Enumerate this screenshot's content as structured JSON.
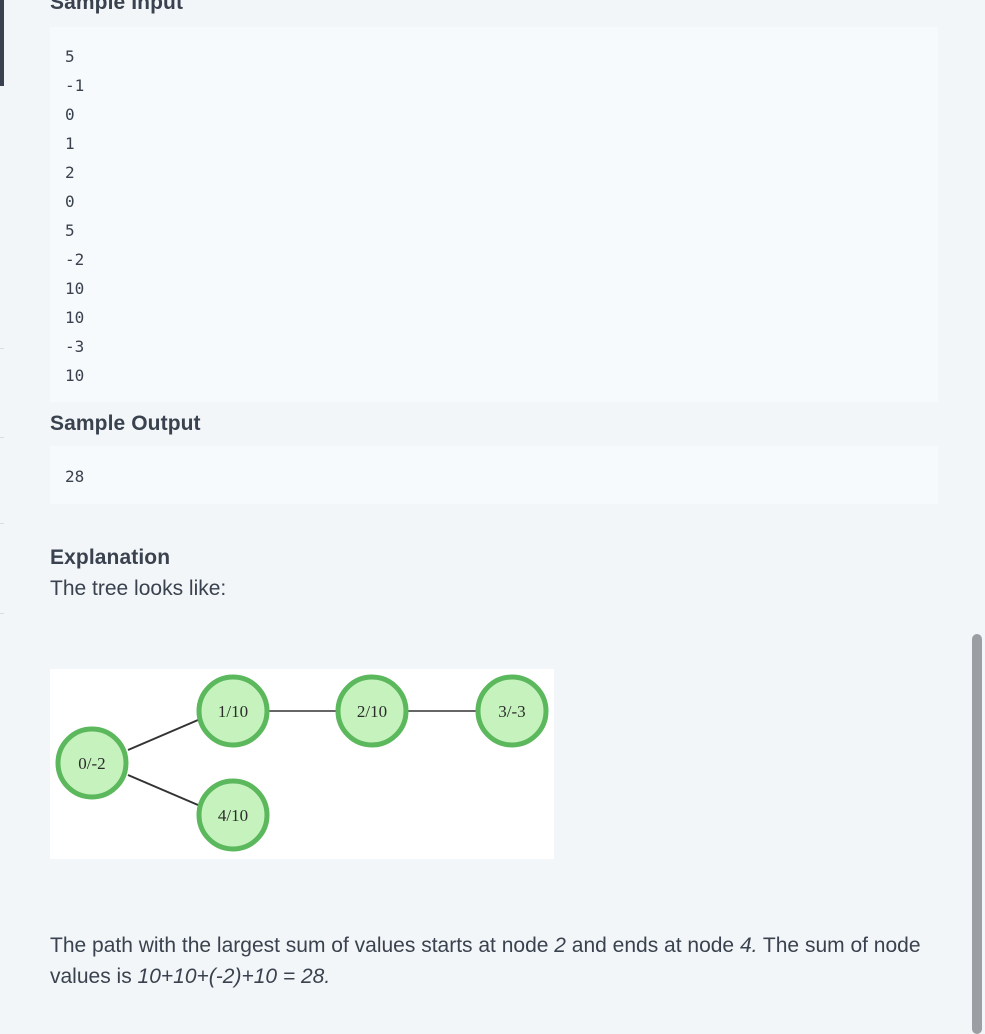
{
  "sample_input": {
    "heading": "Sample Input",
    "lines": [
      "5",
      "-1",
      "0",
      "1",
      "2",
      "0",
      "5",
      "-2",
      "10",
      "10",
      "-3",
      "10"
    ]
  },
  "sample_output": {
    "heading": "Sample Output",
    "lines": [
      "28"
    ]
  },
  "explanation": {
    "heading": "Explanation",
    "intro": "The tree looks like:",
    "tree": {
      "nodes": [
        {
          "id": "n0",
          "label": "0/-2"
        },
        {
          "id": "n1",
          "label": "1/10"
        },
        {
          "id": "n2",
          "label": "2/10"
        },
        {
          "id": "n3",
          "label": "3/-3"
        },
        {
          "id": "n4",
          "label": "4/10"
        }
      ],
      "edges": [
        [
          "n0",
          "n1"
        ],
        [
          "n1",
          "n2"
        ],
        [
          "n2",
          "n3"
        ],
        [
          "n0",
          "n4"
        ]
      ],
      "node_fill": "#c5f2bd",
      "node_stroke": "#5cb85c"
    },
    "para": {
      "t1": "The path with the largest sum of values starts at node ",
      "e1": "2",
      "t2": " and ends at node ",
      "e2": "4.",
      "t3": " The sum of node values is ",
      "e3": "10+10+(-2)+10 = 28."
    }
  }
}
